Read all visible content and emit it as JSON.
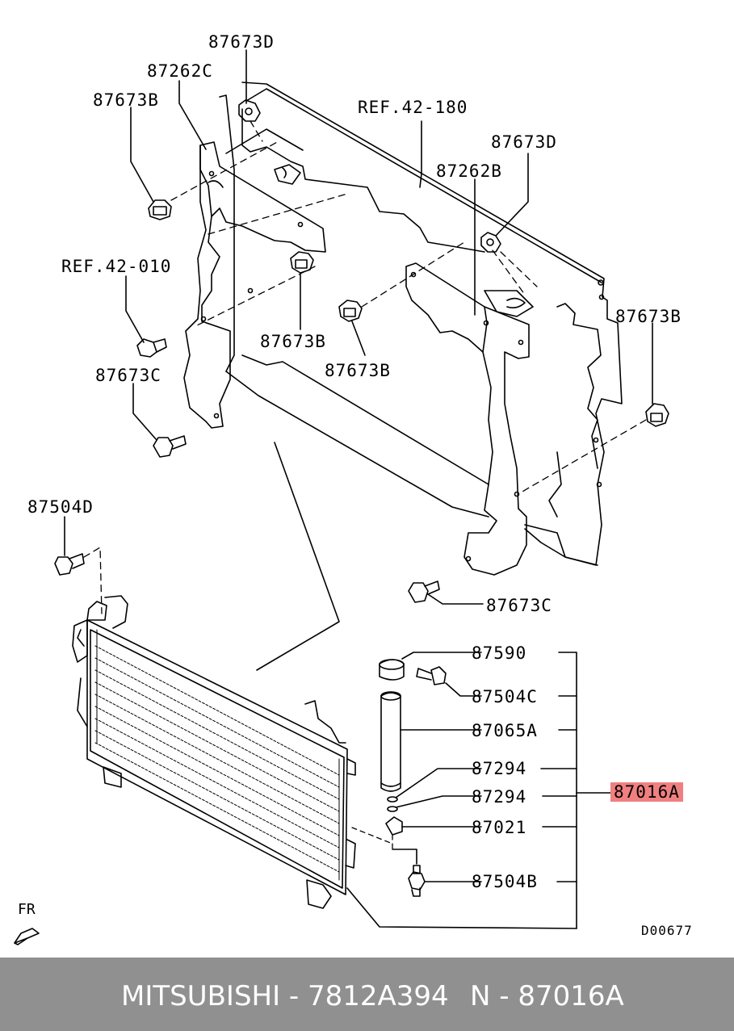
{
  "labels": {
    "l_87673D_top": "87673D",
    "l_87262C": "87262C",
    "l_87673B_tl": "87673B",
    "l_ref42180": "REF.42-180",
    "l_87673D_r": "87673D",
    "l_87262B": "87262B",
    "l_ref42010": "REF.42-010",
    "l_87673B_r": "87673B",
    "l_87673B_m1": "87673B",
    "l_87673B_m2": "87673B",
    "l_87673C_l": "87673C",
    "l_87504D": "87504D",
    "l_87673C_b": "87673C",
    "l_87590": "87590",
    "l_87504C": "87504C",
    "l_87065A": "87065A",
    "l_87294_a": "87294",
    "l_87294_b": "87294",
    "l_87016A": "87016A",
    "l_87021": "87021",
    "l_87504B": "87504B"
  },
  "diagram_code": "D00677",
  "direction": "FR",
  "highlight_color": "#f08080",
  "footer": {
    "left": "MITSUBISHI - 7812A394",
    "right": "N - 87016A"
  }
}
